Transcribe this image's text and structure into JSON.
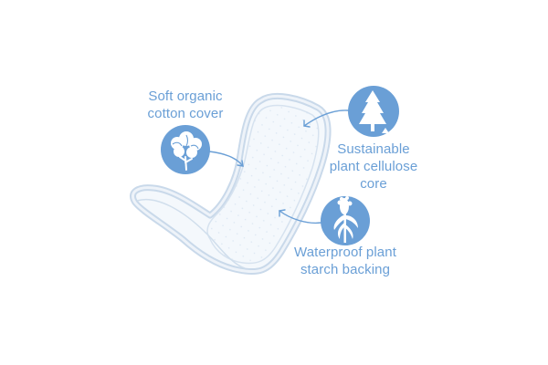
{
  "diagram": {
    "accent_color": "#6a9fd6",
    "outline_color": "#c9d9ea",
    "features": [
      {
        "id": "cover",
        "icon": "cotton-boll-icon",
        "lines": [
          "Soft organic",
          "cotton cover"
        ]
      },
      {
        "id": "core",
        "icon": "pine-tree-icon",
        "lines": [
          "Sustainable",
          "plant cellulose",
          "core"
        ]
      },
      {
        "id": "backing",
        "icon": "corn-plant-icon",
        "lines": [
          "Waterproof plant",
          "starch backing"
        ]
      }
    ]
  }
}
